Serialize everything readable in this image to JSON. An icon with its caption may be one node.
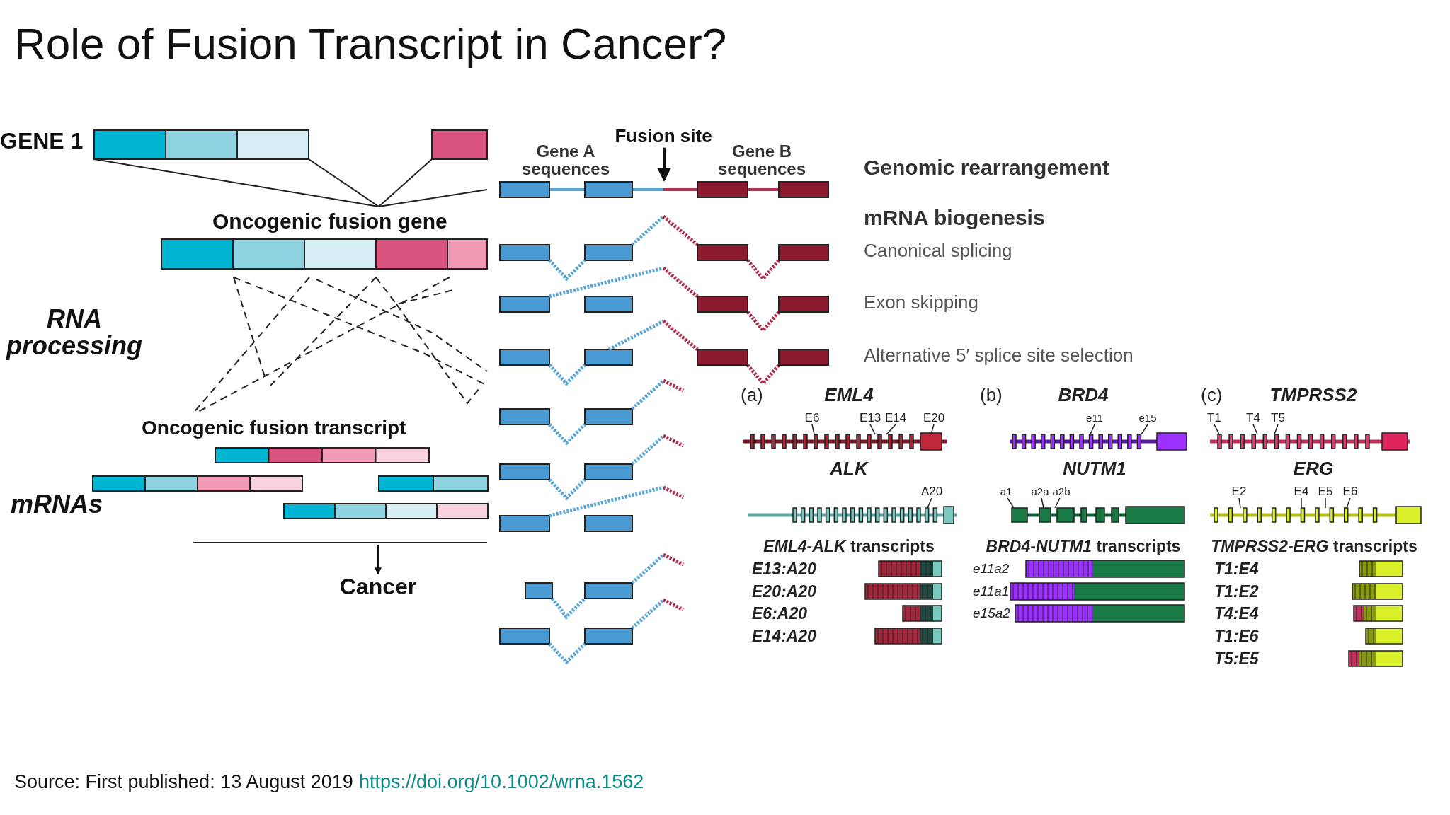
{
  "diagram": {
    "title": "Role of Fusion Transcript in Cancer?",
    "caption": "Source: First published: 13 August 2019",
    "nodes": [
      {
        "text": [
          "Fusion site"
        ]
      },
      {
        "text": [
          "Cancer"
        ]
      },
      {
        "text": [],
        "shape": "bar"
      },
      {
        "text": [],
        "shape": "bar"
      }
    ],
    "edges": [
      {
        "from": 0,
        "to": 2,
        "arrow": "to"
      },
      {
        "from": 3,
        "to": 1,
        "arrow": "to"
      }
    ],
    "labels": [
      "GENE 1",
      "Oncogenic fusion gene",
      "RNA processing",
      "Oncogenic fusion transcript",
      "mRNAs",
      "Gene A sequences",
      "Gene B sequences",
      "Genomic rearrangement",
      "mRNA biogenesis",
      "Canonical splicing",
      "Exon skipping",
      "Alternative 5′ splice site selection",
      "(a)",
      "EML4",
      "E6",
      "E13",
      "E14",
      "E20",
      "ALK",
      "A20",
      "*EML4-ALK* transcripts",
      "E13:A20",
      "E20:A20",
      "E6:A20",
      "E14:A20",
      "(b)",
      "BRD4",
      "e11",
      "e15",
      "NUTM1",
      "a1",
      "a2a",
      "a2b",
      "*BRD4-NUTM1* transcripts",
      "e11a2",
      "e11a1",
      "e15a2",
      "(c)",
      "TMPRSS2",
      "T1",
      "T4",
      "T5",
      "ERG",
      "E2",
      "E4",
      "E5",
      "E6",
      "*TMPRSS2-ERG* transcripts",
      "T1:E4",
      "T1:E2",
      "T4:E4",
      "T1:E6",
      "T5:E5",
      "https://doi.org/10.1002/wrna.1562"
    ]
  }
}
